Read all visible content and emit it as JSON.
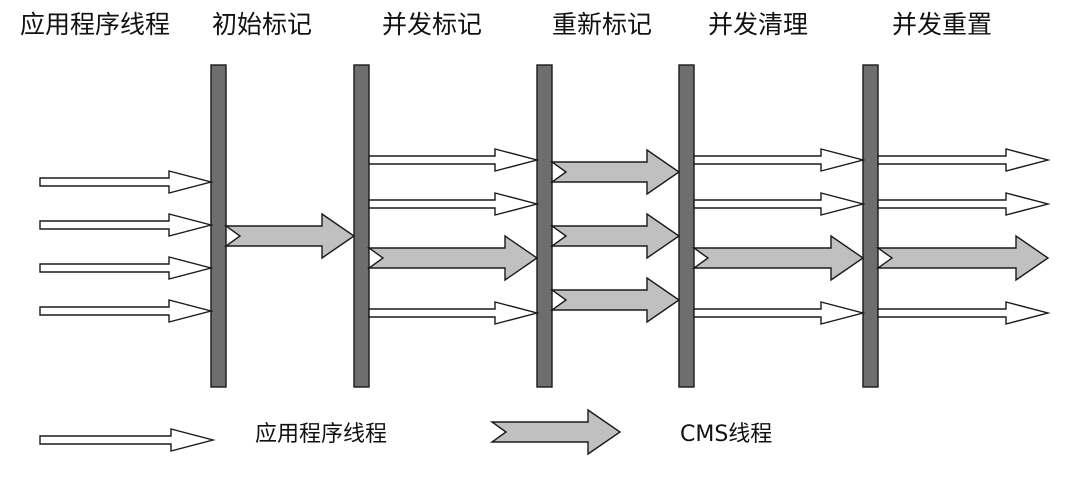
{
  "header": {
    "labels": [
      "应用程序线程",
      "初始标记",
      "并发标记",
      "重新标记",
      "并发清理",
      "并发重置"
    ]
  },
  "legend": {
    "app_label": "应用程序线程",
    "cms_label": "CMS线程"
  },
  "colors": {
    "barrier": "#6e6e6e",
    "cms_arrow": "#c0c0c0",
    "app_arrow": "#ffffff",
    "stroke": "#1a1a1a"
  }
}
